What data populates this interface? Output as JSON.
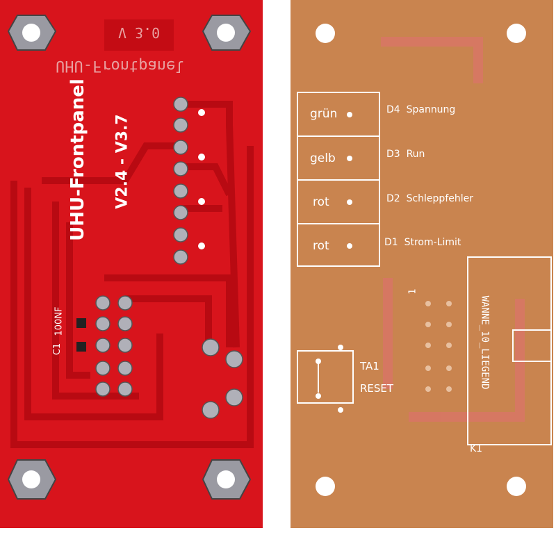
{
  "left_board": {
    "version_label": "V 3.0",
    "mirrored_title": "UHU-Frontpanel",
    "title": "UHU-Frontpanel",
    "version_range": "V2.4 - V3.7",
    "capacitor_ref": "C1",
    "capacitor_value": "100NF",
    "colors": {
      "board": "#d8141c",
      "trace": "#c20a14",
      "pad": "#a9a9b0"
    }
  },
  "right_board": {
    "led_colors": [
      "grün",
      "gelb",
      "rot",
      "rot"
    ],
    "led_labels": [
      "D4  Spannung",
      "D3  Run",
      "D2  Schleppfehler",
      "D1  Strom-Limit"
    ],
    "pin1_label": "1",
    "connector_label": "WANNE_10_LIEGEND",
    "connector_ref": "K1",
    "button_ref": "TA1",
    "button_label": "RESET",
    "colors": {
      "board": "#c9844f",
      "silkscreen": "#ffffff"
    }
  }
}
